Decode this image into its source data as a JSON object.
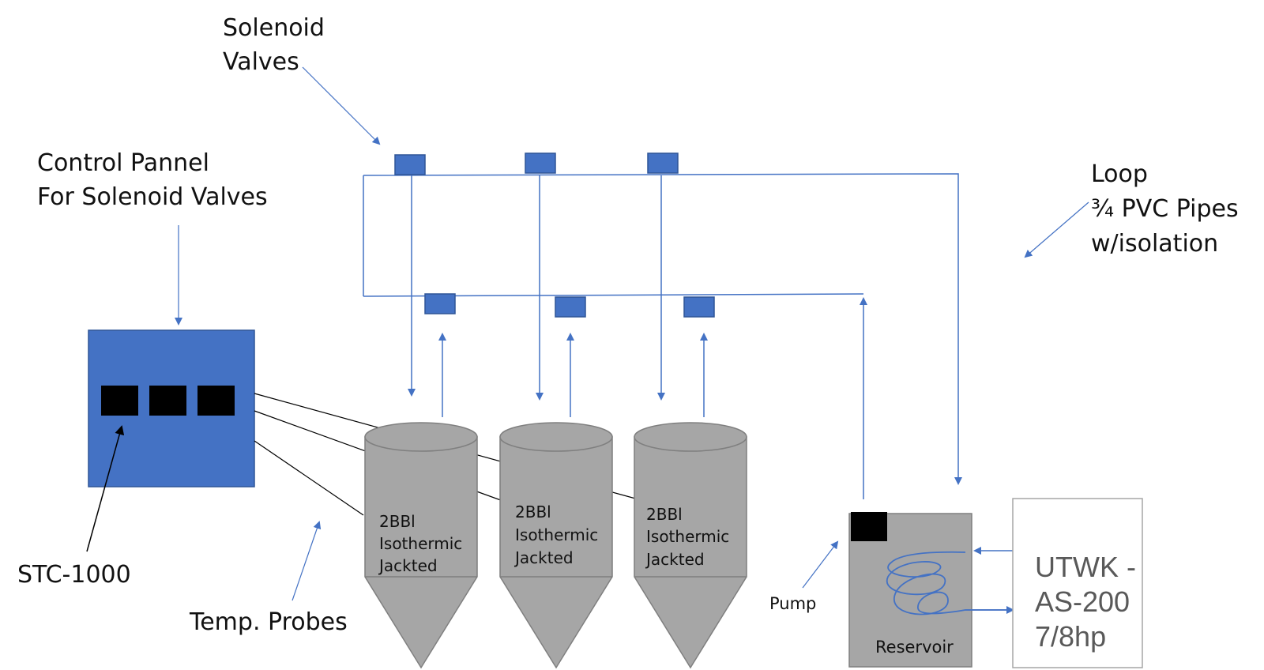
{
  "labels": {
    "solenoid_line1": "Solenoid",
    "solenoid_line2": "Valves",
    "control_line1": "Control Pannel",
    "control_line2": "For Solenoid Valves",
    "loop_line1": "Loop",
    "loop_line2": "¾ PVC Pipes",
    "loop_line3": "w/isolation",
    "stc": "STC-1000",
    "temp_probes": "Temp. Probes",
    "pump": "Pump",
    "reservoir": "Reservoir"
  },
  "fermenters": [
    {
      "line1": "2BBl",
      "line2": "Isothermic",
      "line3": "Jackted"
    },
    {
      "line1": "2BBl",
      "line2": "Isothermic",
      "line3": "Jackted"
    },
    {
      "line1": "2BBl",
      "line2": "Isothermic",
      "line3": "Jackted"
    }
  ],
  "chiller": {
    "line1": "UTWK -",
    "line2": "AS-200",
    "line3": "7/8hp"
  },
  "colors": {
    "pipe": "#4472c4",
    "valve_fill": "#4472c4",
    "valve_stroke": "#2f5597",
    "panel": "#4472c4",
    "tank": "#a6a6a6",
    "tank_stroke": "#7f7f7f",
    "display": "#000000",
    "chiller_border": "#a6a6a6"
  },
  "icons": {
    "valve": "solenoid-valve-icon",
    "display": "stc-display-icon"
  }
}
